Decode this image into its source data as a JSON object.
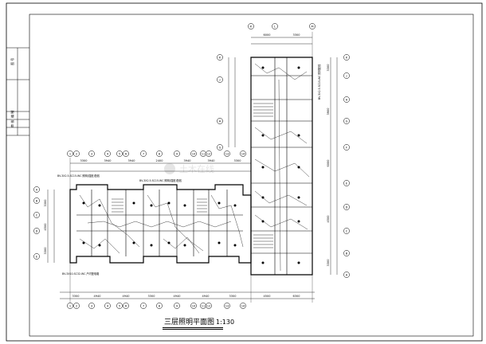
{
  "drawing": {
    "caption_title": "三层照明平面图",
    "caption_scale": "1:130"
  },
  "title_block": {
    "labels": [
      "图 号",
      "编 制",
      "审 核"
    ]
  },
  "notes": {
    "left_upper": "BV-3X2.5-SC15-WC 照明(插座)配线",
    "left_mid": "BV-3X2.5-SC15-WC 照明(插座)配线",
    "left_lower": "BV-3X10-SC32-WC 户内配电箱",
    "right_vertical": "BV-3X2.5-SC15-WC 照明配线"
  },
  "dims": {
    "left_top": [
      "3300",
      "3940",
      "3940",
      "2400",
      "3940",
      "3940",
      "3300"
    ],
    "bottom": [
      "3300",
      "4940",
      "4940",
      "3300",
      "4940",
      "4940",
      "3300",
      "4500",
      "6300"
    ],
    "right_top": [
      "6000",
      "3300"
    ],
    "left_vertical": [
      "3300",
      "4500",
      "3300"
    ],
    "right_vertical": [
      "3300",
      "3900",
      "6000",
      "4500",
      "3300"
    ]
  },
  "axis_labels": {
    "top_left": [
      "1",
      "2",
      "3",
      "4",
      "5",
      "6",
      "7",
      "8",
      "9",
      "10",
      "11",
      "12",
      "13",
      "14"
    ],
    "bottom_left": [
      "1",
      "2",
      "3",
      "4",
      "5",
      "6",
      "7",
      "8",
      "9",
      "10",
      "11",
      "12",
      "13",
      "14"
    ],
    "left_rows": [
      "A",
      "B",
      "C",
      "D",
      "E"
    ],
    "right_top": [
      "K",
      "L",
      "M"
    ],
    "right_rows": [
      "K",
      "J",
      "H",
      "G",
      "F",
      "E",
      "D",
      "C",
      "B",
      "A"
    ],
    "right_wing_left": [
      "K",
      "J",
      "H",
      "G"
    ]
  },
  "watermark": "土木在线"
}
